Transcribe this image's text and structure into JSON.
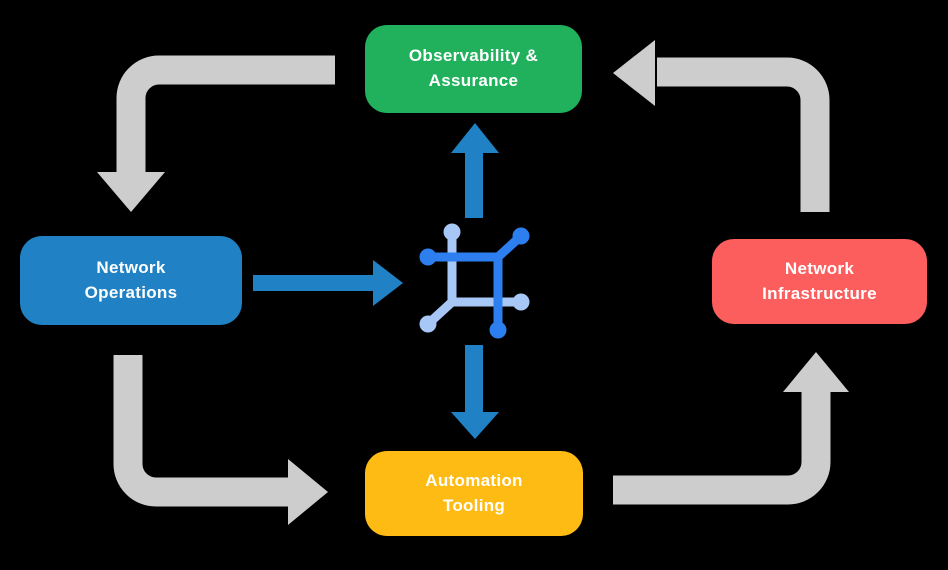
{
  "canvas": {
    "background": "#000000"
  },
  "diagram": {
    "nodes": {
      "observability": {
        "line1": "Observability &",
        "line2": "Assurance",
        "color": "#21B15C"
      },
      "operations": {
        "line1": "Network",
        "line2": "Operations",
        "color": "#2082C4"
      },
      "infrastructure": {
        "line1": "Network",
        "line2": "Infrastructure",
        "color": "#FC5D5D"
      },
      "tooling": {
        "line1": "Automation",
        "line2": "Tooling",
        "color": "#FDBB14"
      }
    },
    "colors": {
      "flow_arrow": "#2082C4",
      "cycle_arrow": "#CDCDCD",
      "icon_dark_blue": "#2D7FF0",
      "icon_light_blue": "#A7C8F7",
      "node_text": "#FFFFFF"
    },
    "center_icon": "network-nodes-icon"
  }
}
